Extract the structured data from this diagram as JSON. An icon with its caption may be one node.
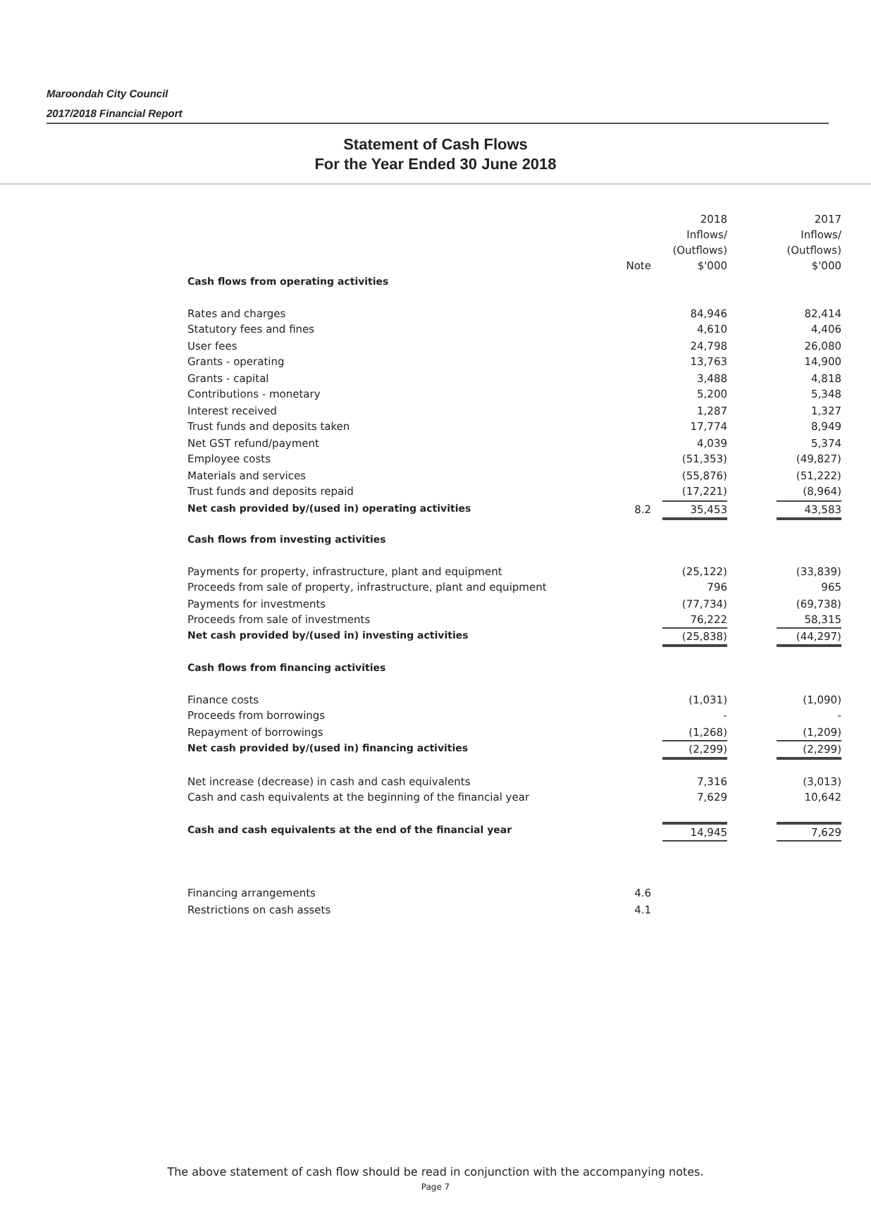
{
  "diagram": {
    "title": "Statement of Cash Flows",
    "caption": "The above statement of cash flow should be read in conjunction with the accompanying notes.",
    "labels": [
      "Maroondah City Council",
      "2017/2018 Financial Report",
      "For the Year Ended 30 June 2018",
      "Note",
      "2018 Inflows/ (Outflows) $'000",
      "2017 Inflows/ (Outflows) $'000",
      "Cash flows from operating activities",
      "Rates and charges",
      "84,946",
      "82,414",
      "Statutory fees and fines",
      "4,610",
      "4,406",
      "User fees",
      "24,798",
      "26,080",
      "Grants - operating",
      "13,763",
      "14,900",
      "Grants - capital",
      "3,488",
      "4,818",
      "Contributions - monetary",
      "5,200",
      "5,348",
      "Interest received",
      "1,287",
      "1,327",
      "Trust funds and deposits taken",
      "17,774",
      "8,949",
      "Net GST refund/payment",
      "4,039",
      "5,374",
      "Employee costs",
      "(51,353)",
      "(49,827)",
      "Materials and services",
      "(55,876)",
      "(51,222)",
      "Trust funds and deposits repaid",
      "(17,221)",
      "(8,964)",
      "Net cash provided by/(used in) operating activities",
      "8.2",
      "35,453",
      "43,583",
      "Cash flows from investing activities",
      "Payments for property, infrastructure, plant and equipment",
      "(25,122)",
      "(33,839)",
      "Proceeds from sale of property, infrastructure, plant and equipment",
      "796",
      "965",
      "Payments for investments",
      "(77,734)",
      "(69,738)",
      "Proceeds from sale of investments",
      "76,222",
      "58,315",
      "Net cash provided by/(used in) investing activities",
      "(25,838)",
      "(44,297)",
      "Cash flows from financing activities",
      "Finance costs",
      "(1,031)",
      "(1,090)",
      "Proceeds from borrowings",
      "-",
      "-",
      "Repayment of borrowings",
      "(1,268)",
      "(1,209)",
      "Net cash provided by/(used in) financing activities",
      "(2,299)",
      "(2,299)",
      "Net increase (decrease) in cash and cash equivalents",
      "7,316",
      "(3,013)",
      "Cash and cash equivalents at the beginning of the financial year",
      "7,629",
      "10,642",
      "Cash and cash equivalents at the end of the financial year",
      "14,945",
      "7,629",
      "Financing arrangements",
      "4.6",
      "Restrictions on cash assets",
      "4.1",
      "Page 7"
    ]
  }
}
